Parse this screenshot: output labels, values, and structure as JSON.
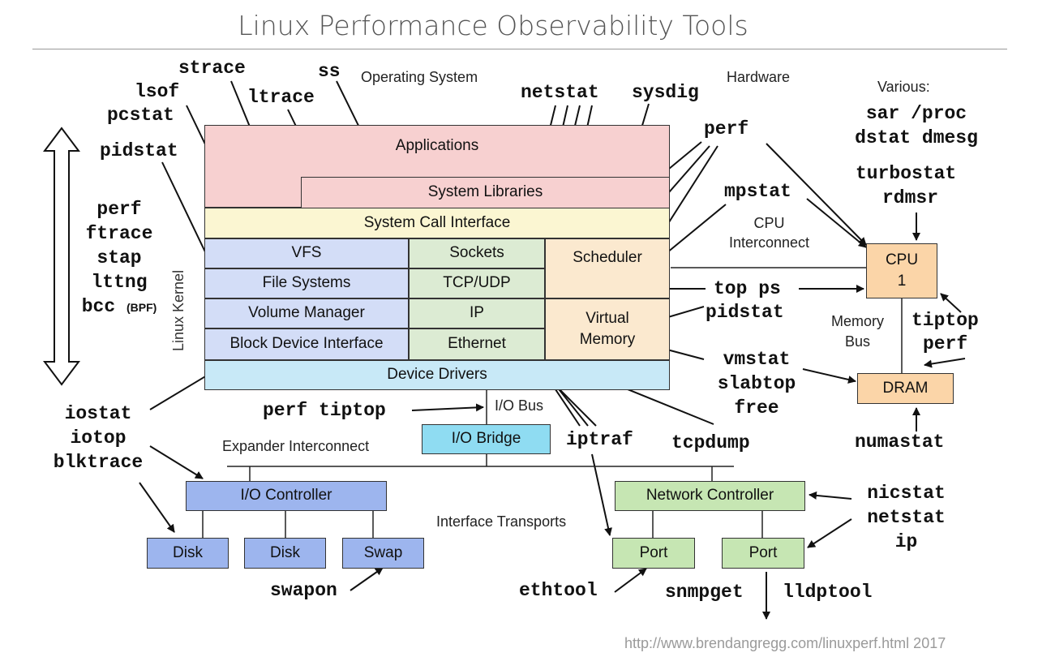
{
  "title": "Linux Performance Observability Tools",
  "footer": "http://www.brendangregg.com/linuxperf.html 2017",
  "labels": {
    "operating_system": "Operating System",
    "hardware": "Hardware",
    "various": "Various:",
    "linux_kernel": "Linux Kernel",
    "cpu_interconnect": [
      "CPU",
      "Interconnect"
    ],
    "memory_bus": [
      "Memory",
      "Bus"
    ],
    "io_bus": "I/O Bus",
    "expander_interconnect": "Expander Interconnect",
    "interface_transports": "Interface Transports"
  },
  "components": {
    "applications": "Applications",
    "system_libraries": "System Libraries",
    "system_call_interface": "System Call Interface",
    "vfs": "VFS",
    "file_systems": "File Systems",
    "volume_manager": "Volume Manager",
    "block_device_interface": "Block Device Interface",
    "sockets": "Sockets",
    "tcp_udp": "TCP/UDP",
    "ip": "IP",
    "ethernet": "Ethernet",
    "scheduler": "Scheduler",
    "virtual_memory": [
      "Virtual",
      "Memory"
    ],
    "device_drivers": "Device Drivers",
    "io_bridge": "I/O Bridge",
    "io_controller": "I/O Controller",
    "disk1": "Disk",
    "disk2": "Disk",
    "swap": "Swap",
    "network_controller": "Network Controller",
    "port1": "Port",
    "port2": "Port",
    "cpu": [
      "CPU",
      "1"
    ],
    "dram": "DRAM"
  },
  "tools": {
    "strace": "strace",
    "ss": "ss",
    "ltrace": "ltrace",
    "lsof": "lsof",
    "pcstat": "pcstat",
    "pidstat": "pidstat",
    "left_stack": [
      "perf",
      "ftrace",
      "stap",
      "lttng",
      "bcc"
    ],
    "bcc_note": "(BPF)",
    "netstat": "netstat",
    "sysdig": "sysdig",
    "perf": "perf",
    "mpstat": "mpstat",
    "top_ps": "top ps",
    "pidstat2": "pidstat",
    "various": [
      "sar /proc",
      "dstat dmesg"
    ],
    "turbostat": "turbostat",
    "rdmsr": "rdmsr",
    "tiptop": "tiptop",
    "perf_hw": "perf",
    "vmstat": "vmstat",
    "slabtop": "slabtop",
    "free": "free",
    "numastat": "numastat",
    "perf_tiptop": "perf tiptop",
    "iostat": "iostat",
    "iotop": "iotop",
    "blktrace": "blktrace",
    "iptraf": "iptraf",
    "tcpdump": "tcpdump",
    "swapon": "swapon",
    "ethtool": "ethtool",
    "snmpget": "snmpget",
    "lldptool": "lldptool",
    "net_tools": [
      "nicstat",
      "netstat",
      "ip"
    ]
  },
  "colors": {
    "applications": "#f7d0d0",
    "syscall": "#fbf6d2",
    "fs_blue": "#d3ddf7",
    "net_green": "#dcebd3",
    "sched_orange": "#fbe9cf",
    "drivers_cyan": "#c8e9f7",
    "io_bridge": "#8fdcf2",
    "hw_blue": "#9db5ee",
    "hw_green": "#c6e6b3",
    "hw_orange": "#fbd5a8"
  }
}
